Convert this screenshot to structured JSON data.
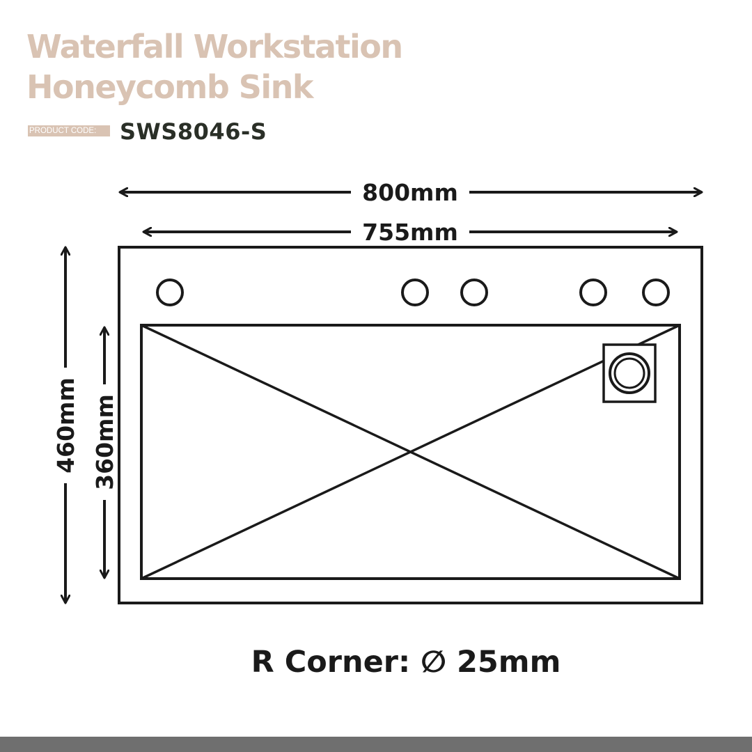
{
  "header": {
    "title_line1": "Waterfall Workstation",
    "title_line2": "Honeycomb Sink",
    "product_code_label": "PRODUCT CODE:",
    "product_code": "SWS8046-S"
  },
  "dimensions": {
    "overall_width": "800mm",
    "bowl_width": "755mm",
    "overall_depth": "460mm",
    "bowl_depth": "360mm"
  },
  "corner_note": "R Corner: ∅ 25mm",
  "tap_holes": 5,
  "colors": {
    "title": "#d9c3b3",
    "badge_bg": "#d9c3b3",
    "code_text": "#2a2f27",
    "drawing": "#1a1a1a",
    "footer_bar": "#6f6f6f",
    "background": "#ffffff"
  }
}
